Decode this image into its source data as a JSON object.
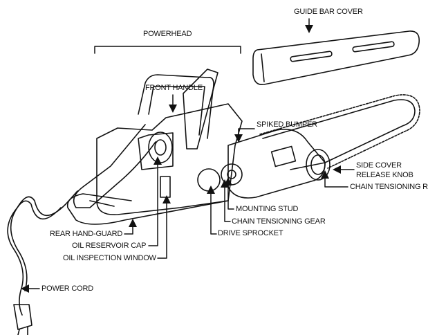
{
  "labels": {
    "guide_bar_cover": "GUIDE BAR COVER",
    "powerhead": "POWERHEAD",
    "front_handle": "FRONT HANDLE",
    "spiked_bumper": "SPIKED BUMPER",
    "side_cover_release_knob_1": "SIDE COVER",
    "side_cover_release_knob_2": "RELEASE KNOB",
    "chain_tensioning_ring": "CHAIN TENSIONING RING",
    "mounting_stud": "MOUNTING STUD",
    "chain_tensioning_gear": "CHAIN TENSIONING GEAR",
    "drive_sprocket": "DRIVE SPROCKET",
    "rear_hand_guard": "REAR HAND-GUARD",
    "oil_reservoir_cap": "OIL RESERVOIR CAP",
    "oil_inspection_window": "OIL INSPECTION WINDOW",
    "power_cord": "POWER CORD"
  },
  "colors": {
    "ink": "#111111",
    "background": "#ffffff"
  }
}
